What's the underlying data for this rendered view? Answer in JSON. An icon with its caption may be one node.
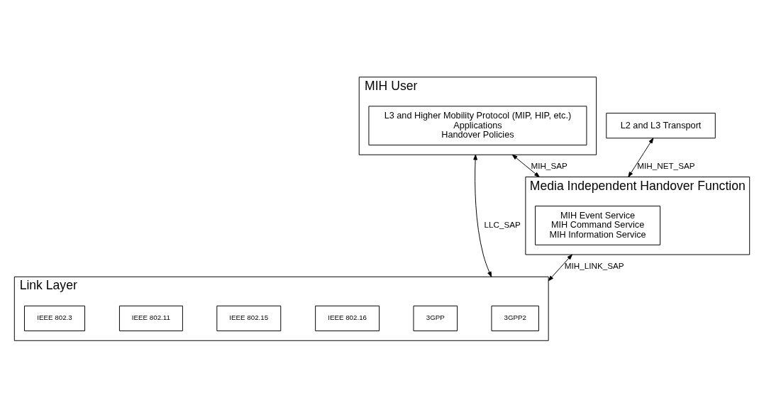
{
  "diagram": {
    "nodes": [
      {
        "text": [
          "MIH User"
        ]
      },
      {
        "text": [
          "L3 and Higher Mobility Protocol (MIP, HIP, etc.)",
          "Applications",
          "Handover Policies"
        ],
        "in": 0
      },
      {
        "text": [
          "Media Independent Handover Function"
        ]
      },
      {
        "text": [
          "MIH Event Service",
          "MIH Command Service",
          "MIH Information Service"
        ],
        "in": 2
      },
      {
        "text": [
          "L2 and L3 Transport"
        ]
      },
      {
        "text": [
          "Link Layer"
        ]
      },
      {
        "text": [
          "IEEE 802.3"
        ],
        "in": 5
      },
      {
        "text": [
          "IEEE 802.11"
        ],
        "in": 5
      },
      {
        "text": [
          "IEEE 802.15"
        ],
        "in": 5
      },
      {
        "text": [
          "IEEE 802.16"
        ],
        "in": 5
      },
      {
        "text": [
          "3GPP"
        ],
        "in": 5
      },
      {
        "text": [
          "3GPP2"
        ],
        "in": 5
      }
    ],
    "edges": [
      {
        "from": 0,
        "to": 2,
        "arrow": "both",
        "label": "MIH_SAP"
      },
      {
        "from": 4,
        "to": 2,
        "arrow": "both",
        "label": "MIH_NET_SAP"
      },
      {
        "from": 2,
        "to": 5,
        "arrow": "both",
        "label": "MIH_LINK_SAP"
      },
      {
        "from": 0,
        "to": 5,
        "arrow": "both",
        "label": "LLC_SAP"
      }
    ]
  }
}
